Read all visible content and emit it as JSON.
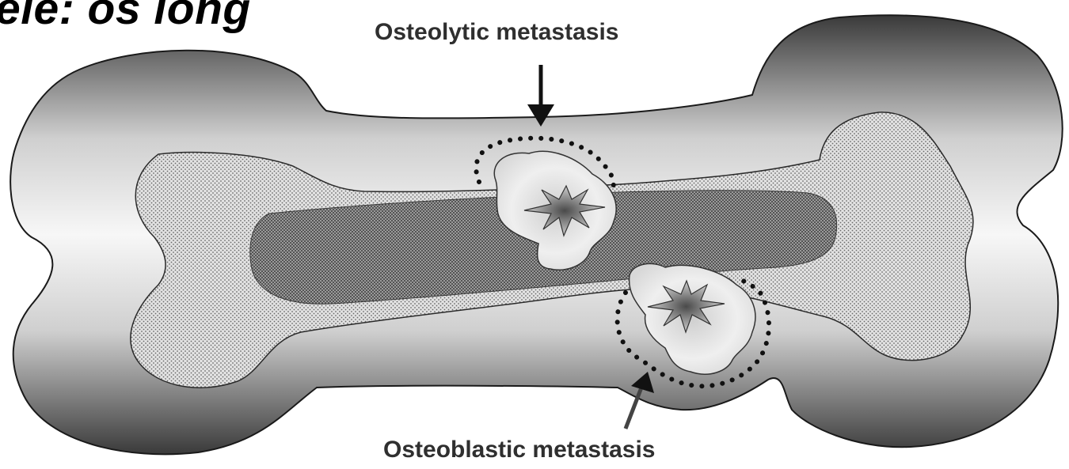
{
  "title": "ele: os long",
  "labels": {
    "osteolytic": "Osteolytic metastasis",
    "osteoblastic": "Osteoblastic metastasis"
  },
  "colors": {
    "outline": "#1a1a1a",
    "bone_dark": "#3a3a3a",
    "bone_light": "#f4f4f4",
    "spongy_fill": "#d2d2d2",
    "marrow_fill": "#8a8a8a",
    "tumor_fill": "#e8e8e8",
    "tumor_core": "#6a6a6a",
    "dotted_ring": "#111111"
  },
  "icons": {
    "arrow_top": "down-arrow-icon",
    "arrow_bottom": "up-arrow-icon",
    "tumor_star": "starburst-icon"
  }
}
